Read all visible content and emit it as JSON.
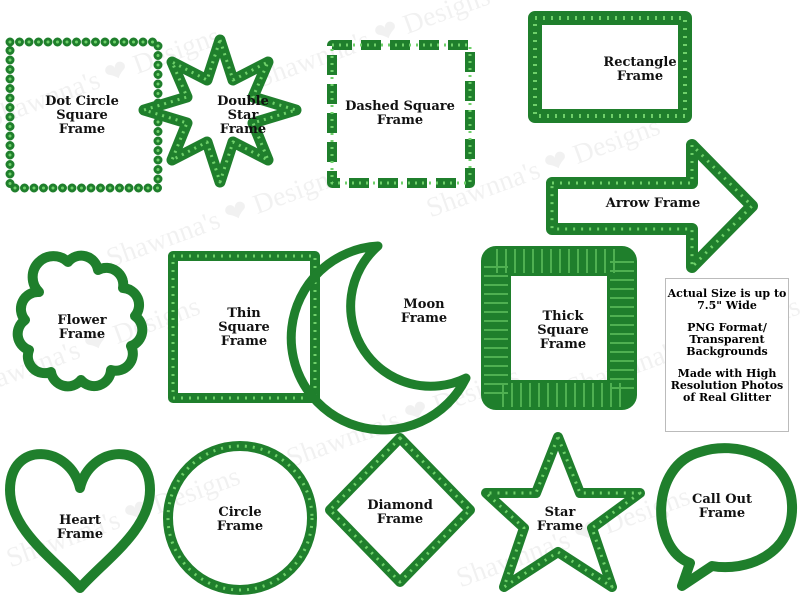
{
  "watermark": "Shawnna's ❤ Designs",
  "colors": {
    "glitter_dark": "#1f7f2c",
    "glitter_light": "#6fd06a"
  },
  "frames": {
    "dot_circle_square": "Dot Circle\nSquare\nFrame",
    "double_star": "Double\nStar\nFrame",
    "dashed_square": "Dashed Square\nFrame",
    "rectangle": "Rectangle\nFrame",
    "arrow": "Arrow Frame",
    "flower": "Flower\nFrame",
    "thin_square": "Thin\nSquare\nFrame",
    "moon": "Moon\nFrame",
    "thick_square": "Thick\nSquare\nFrame",
    "heart": "Heart\nFrame",
    "circle": "Circle\nFrame",
    "diamond": "Diamond\nFrame",
    "star": "Star\nFrame",
    "call_out": "Call Out\nFrame"
  },
  "info": {
    "size": "Actual Size is up to 7.5\" Wide",
    "format": "PNG Format/ Transparent Backgrounds",
    "made": "Made with High Resolution Photos of Real Glitter"
  }
}
